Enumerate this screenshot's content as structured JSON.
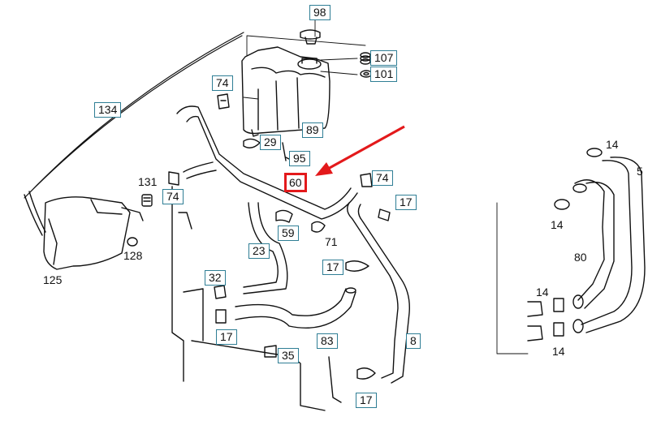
{
  "parts": {
    "p98": "98",
    "p107": "107",
    "p101": "101",
    "p74a": "74",
    "p134": "134",
    "p89": "89",
    "p29": "29",
    "p95": "95",
    "p131": "131",
    "p74b": "74",
    "p60": "60",
    "p74c": "74",
    "p17a": "17",
    "p59": "59",
    "p71": "71",
    "p23": "23",
    "p128": "128",
    "p125": "125",
    "p32": "32",
    "p17b": "17",
    "p17c": "17",
    "p35": "35",
    "p83": "83",
    "p8": "8",
    "p17d": "17",
    "p14a": "14",
    "p5": "5",
    "p14b": "14",
    "p80": "80",
    "p14c": "14",
    "p14d": "14"
  },
  "highlight": {
    "part": "p60",
    "color": "#e3191b"
  },
  "label_border_color": "#2f7e95"
}
